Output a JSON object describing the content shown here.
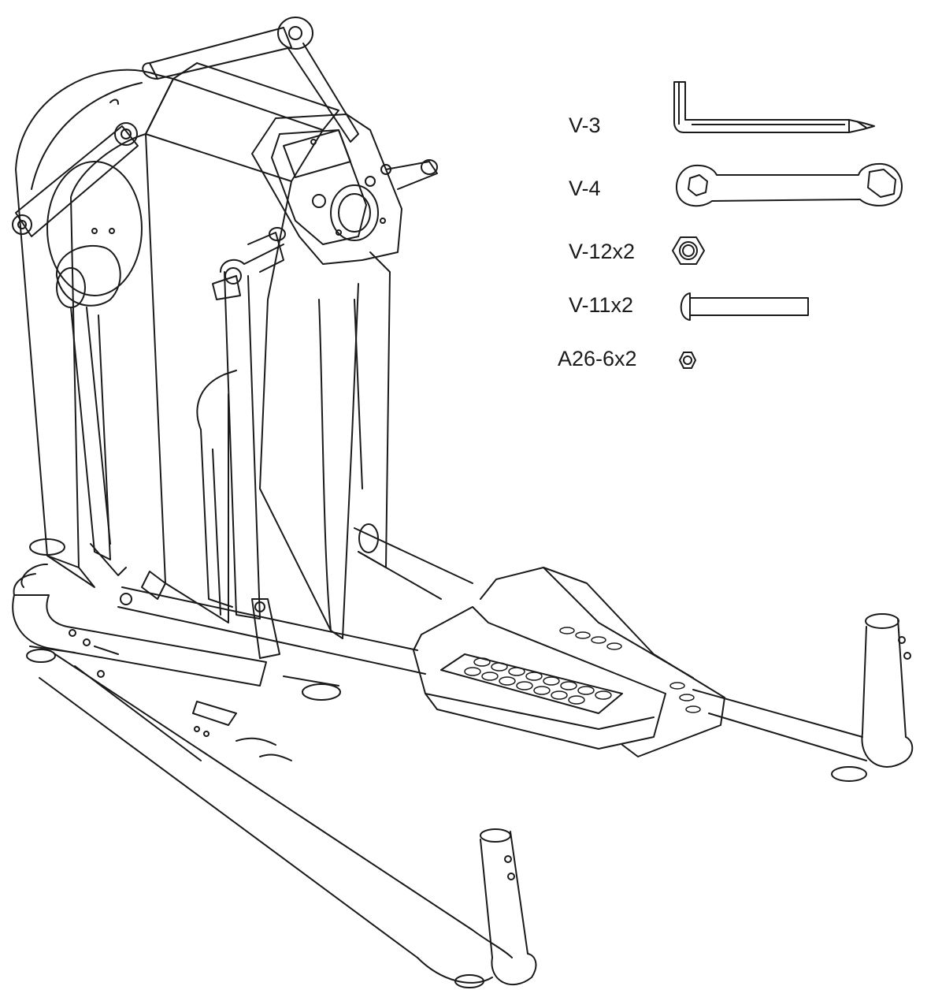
{
  "parts": [
    {
      "id": "V-3",
      "label": "V-3",
      "icon": "allen-key-screwdriver-icon"
    },
    {
      "id": "V-4",
      "label": "V-4",
      "icon": "double-hex-wrench-icon"
    },
    {
      "id": "V-12",
      "label": "V-12x2",
      "icon": "hex-nut-icon"
    },
    {
      "id": "V-11",
      "label": "V-11x2",
      "icon": "button-head-bolt-icon"
    },
    {
      "id": "A26-6",
      "label": "A26-6x2",
      "icon": "small-washer-icon"
    }
  ],
  "colors": {
    "line": "#1a1a1a",
    "background": "#ffffff"
  }
}
